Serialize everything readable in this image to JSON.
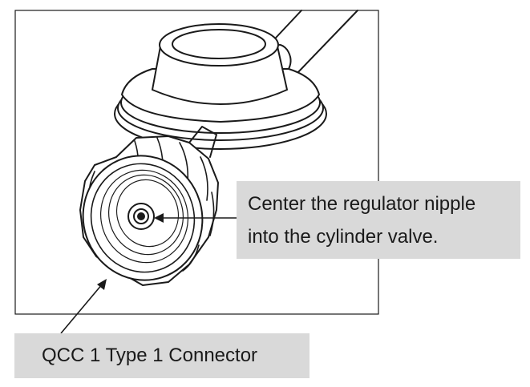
{
  "callouts": {
    "center_regulator": {
      "line1": "Center the regulator nipple",
      "line2": "into the cylinder valve."
    },
    "connector": {
      "label": "QCC 1 Type 1 Connector"
    }
  },
  "colors": {
    "ink": "#1a1a1a",
    "callout_bg": "#d9d9d9",
    "background": "#ffffff"
  }
}
